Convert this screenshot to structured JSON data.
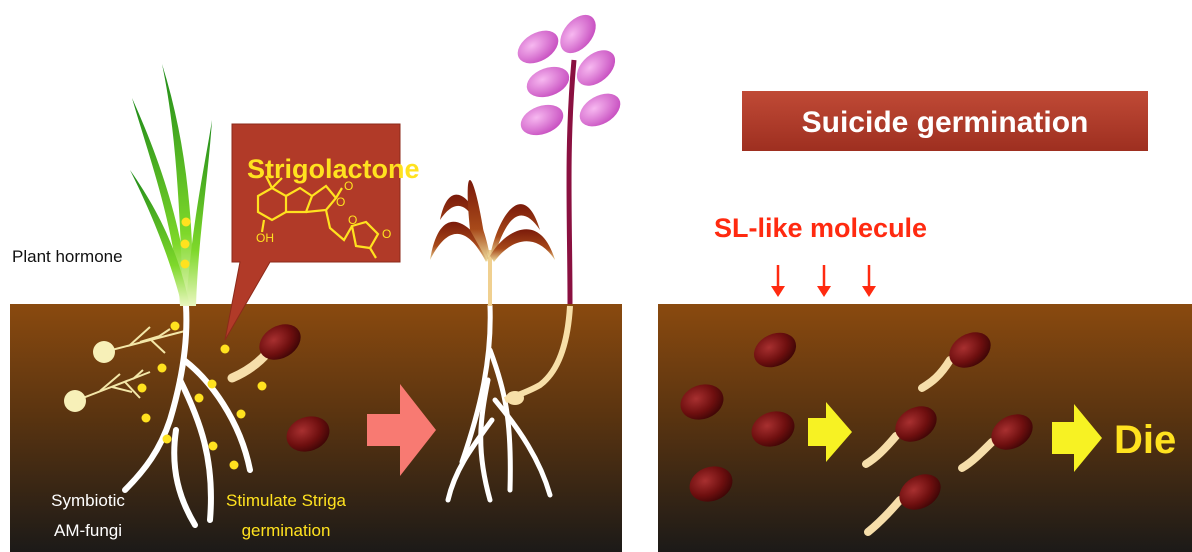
{
  "left_panel": {
    "plant_hormone_label": "Plant hormone",
    "strigolactone_title": "Strigolactone",
    "symbiotic_label_line1": "Symbiotic",
    "symbiotic_label_line2": "AM-fungi",
    "stimulate_label_line1": "Stimulate Striga",
    "stimulate_label_line2": "germination"
  },
  "right_panel": {
    "title": "Suicide germination",
    "molecule_label": "SL-like molecule",
    "die_label": "Die"
  },
  "colors": {
    "soil_top": "#8a4a0f",
    "soil_bottom": "#1c1a18",
    "title_box": "#b33a2a",
    "callout_box": "#b13a28",
    "yellow_text": "#ffe21f",
    "red_text": "#ff2a10",
    "pink_arrow": "#f87a72",
    "yellow_arrow": "#f7f223",
    "seed": "#6e0f0f",
    "flower": "#d66bd0",
    "stem": "#8a1040"
  }
}
